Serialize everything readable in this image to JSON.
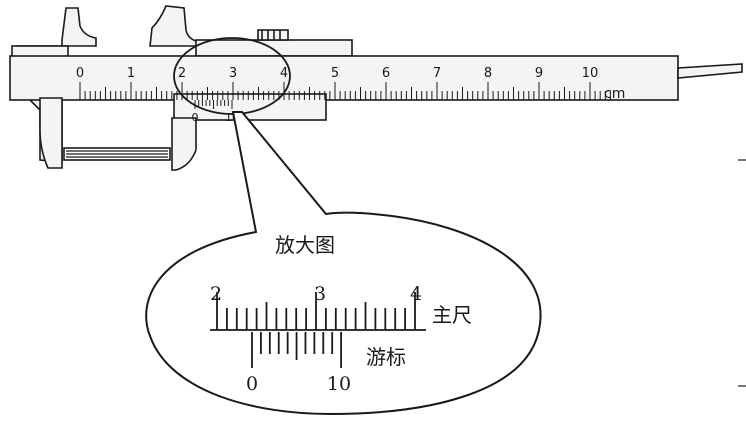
{
  "main_scale": {
    "cm_labels": [
      "0",
      "1",
      "2",
      "3",
      "4",
      "5",
      "6",
      "7",
      "8",
      "9",
      "10"
    ],
    "unit": "cm"
  },
  "vernier_small": {
    "labels": [
      "0",
      "10"
    ]
  },
  "magnified": {
    "title": "放大图",
    "main_labels": [
      "2",
      "3",
      "4"
    ],
    "main_name": "主尺",
    "vernier_labels": [
      "0",
      "10"
    ],
    "vernier_name": "游标"
  },
  "colors": {
    "ink": "#1a1a1a",
    "body_fill": "#f4f4f4",
    "background": "#ffffff"
  }
}
